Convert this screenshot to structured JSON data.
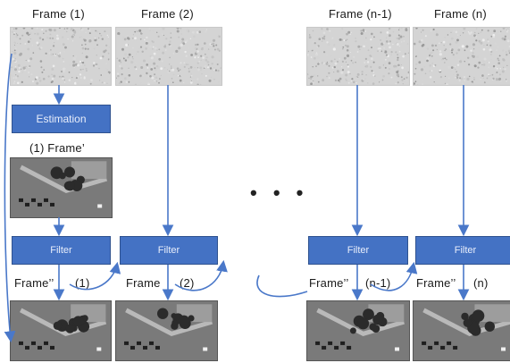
{
  "frames_top": {
    "frame1": "Frame (1)",
    "frame2": "Frame (2)",
    "frame_n_minus_1": "Frame (n-1)",
    "frame_n": "Frame (n)"
  },
  "estimation_label": "Estimation",
  "estimated_frame_label": "(1) Frame’",
  "filter_label": "Filter",
  "outputs": {
    "out1_name": "Frame’’",
    "out1_index": "(1)",
    "out2_name": "Frame",
    "out2_index": "(2)",
    "out_n_minus_1_name": "Frame’’",
    "out_n_minus_1_index": "(n-1)",
    "out_n_name": "Frame’’",
    "out_n_index": "(n)"
  },
  "ellipsis": "• • •",
  "colors": {
    "filter_box": "#4472c4",
    "arrow": "#4a78c9",
    "noise_frame": "#d4d4d4",
    "aerial_frame": "#6b6b6b"
  }
}
